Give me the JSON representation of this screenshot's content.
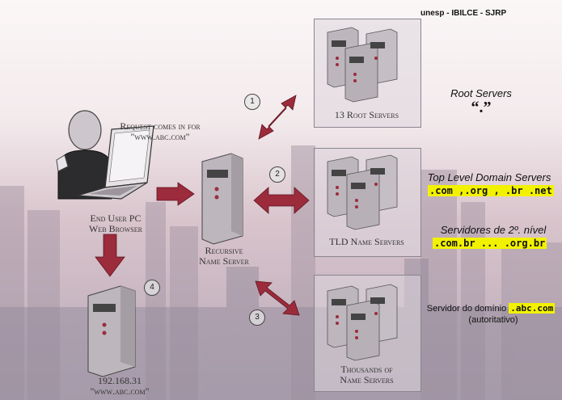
{
  "header": "unesp - IBILCE - SJRP",
  "request_label": [
    "Request comes in for",
    "\"www.abc.com\""
  ],
  "end_user_label": [
    "End User PC",
    "Web Browser"
  ],
  "recursive_label": [
    "Recursive",
    "Name Server"
  ],
  "root_panel_label": "13 Root Servers",
  "tld_panel_label": "TLD Name Servers",
  "auth_panel_label": [
    "Thousands of",
    "Name Servers"
  ],
  "target_label": [
    "192.168.31",
    "\"www.abc.com\""
  ],
  "steps": [
    "1",
    "2",
    "3",
    "4"
  ],
  "root_servers": {
    "title": "Root Servers",
    "dot": "“.”"
  },
  "tld": {
    "title": "Top Level Domain Servers",
    "codes": ".com ,.org , .br .net"
  },
  "second_level": {
    "title": "Servidores de 2º. nível",
    "codes": ".com.br ... .org.br"
  },
  "authoritative": {
    "prefix": "Servidor do domínio",
    "domain": ".abc.com",
    "note": "(autoritativo)"
  },
  "colors": {
    "arrow": "#9c2b3c",
    "arrow_dark": "#6e1c29",
    "highlight": "#f2f200",
    "server": "#b0a9b0"
  }
}
